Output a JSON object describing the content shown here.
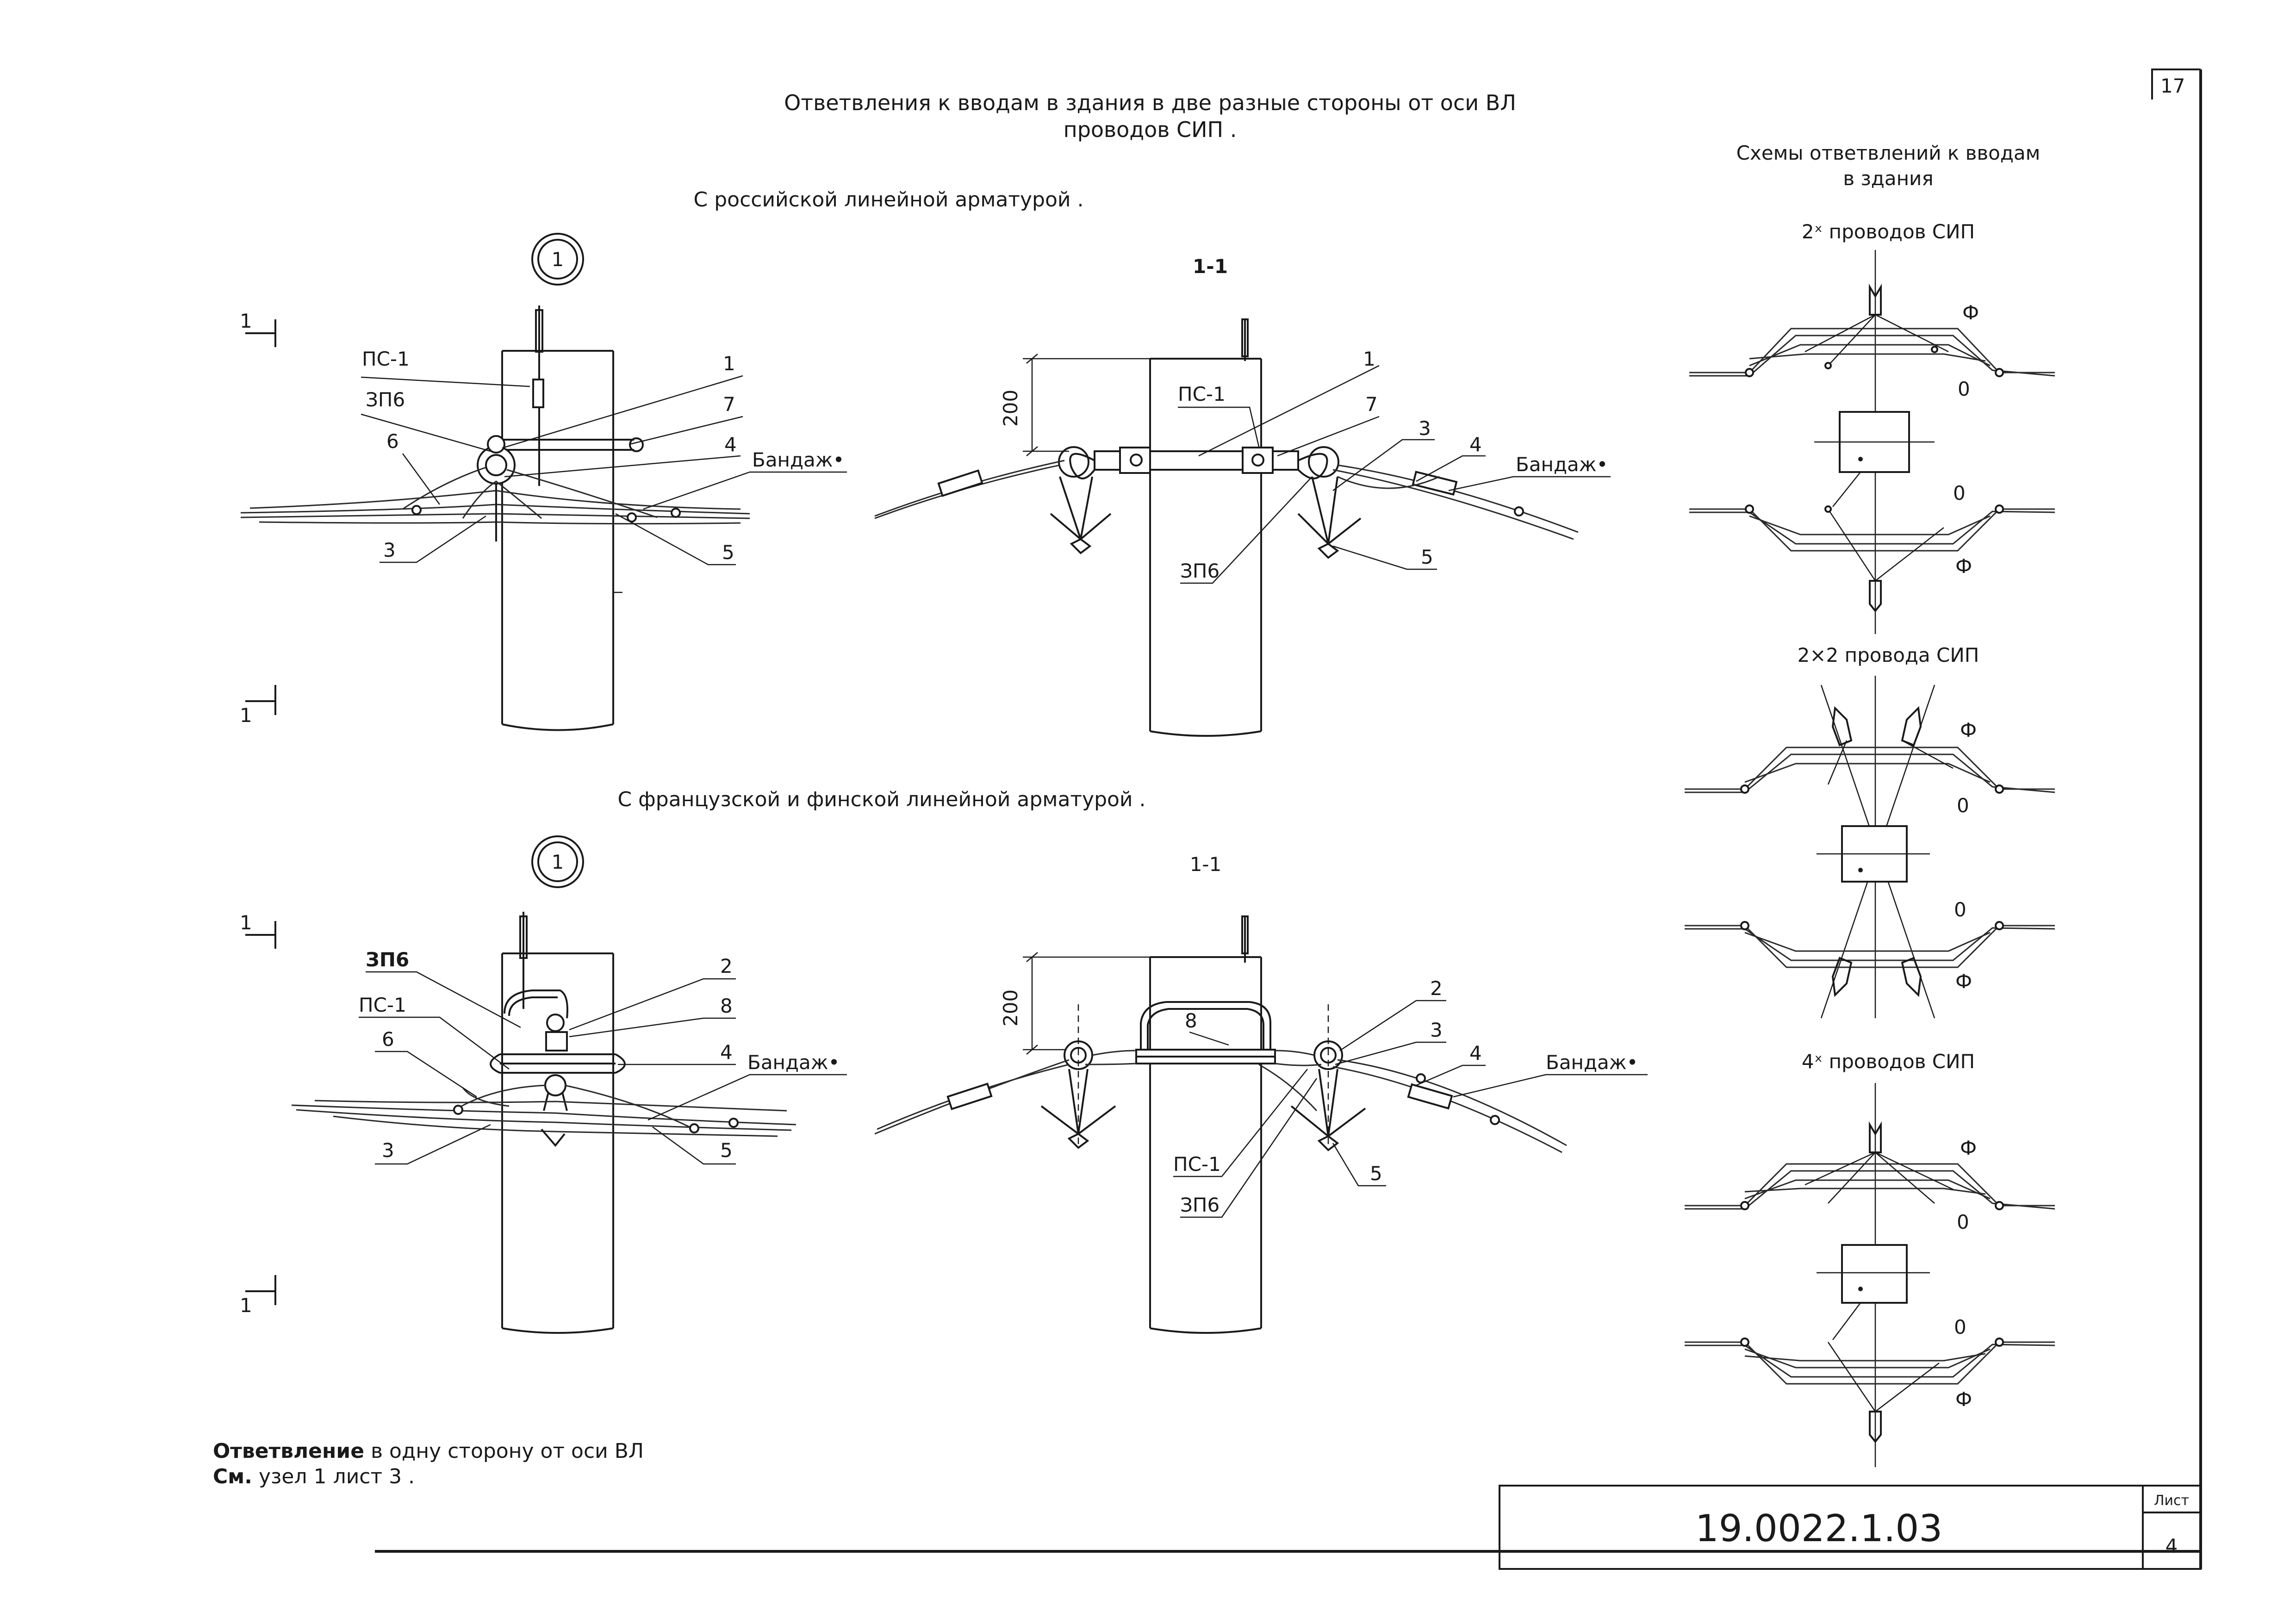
{
  "header": {
    "line1": "Ответвления к вводам в здания в две разные стороны от оси ВЛ",
    "line2": "проводов СИП ."
  },
  "sheet_corner": "17",
  "section_russian": {
    "title": "С российской линейной арматурой ."
  },
  "section_french": {
    "title": "С французской и финской линейной арматурой ."
  },
  "node_marker": "1",
  "section_cut_label": "1",
  "section_view_title": "1-1",
  "dimension_200": "200",
  "labels": {
    "ps1": "ПС-1",
    "zp6": "ЗП6",
    "bandage": "Бандаж•",
    "n1": "1",
    "n2": "2",
    "n3": "3",
    "n4": "4",
    "n5": "5",
    "n6": "6",
    "n7": "7",
    "n8": "8"
  },
  "schemes": {
    "title_line1": "Схемы ответвлений к вводам",
    "title_line2": "в здания",
    "s1_title": "2ˣ проводов СИП",
    "s2_title": "2×2 провода СИП",
    "s3_title": "4ˣ проводов СИП",
    "symbol_phi": "Ф",
    "symbol_zero": "0"
  },
  "note": {
    "line1_bold": "Ответвление",
    "line1_rest": " в одну сторону от оси ВЛ",
    "line2_bold": "См.",
    "line2_rest": " узел 1 лист 3 ."
  },
  "title_block": {
    "code": "19.0022.1.03",
    "sheet_label": "Лист",
    "sheet_number": "4"
  }
}
